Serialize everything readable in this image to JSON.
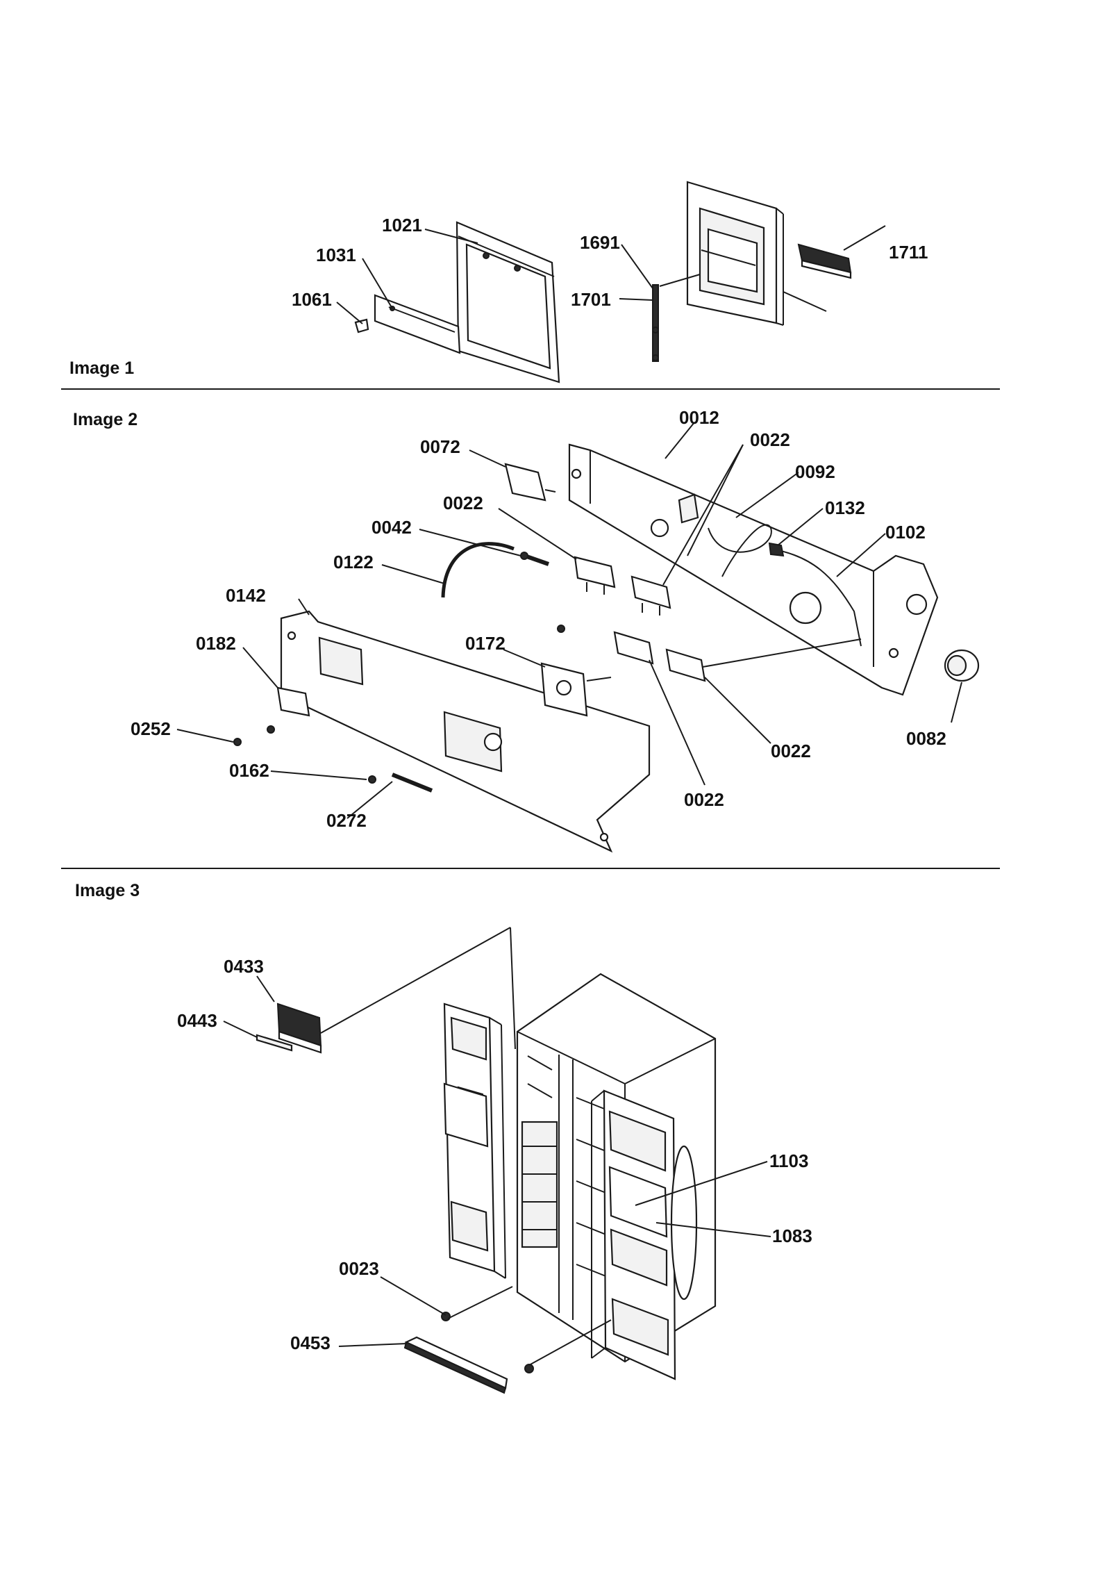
{
  "sections": [
    {
      "label": "Image 1"
    },
    {
      "label": "Image 2"
    },
    {
      "label": "Image 3"
    }
  ],
  "callouts": {
    "p1021": "1021",
    "p1031": "1031",
    "p1061": "1061",
    "p1691": "1691",
    "p1701": "1701",
    "p1711": "1711",
    "p0012": "0012",
    "p0022a": "0022",
    "p0072": "0072",
    "p0092": "0092",
    "p0022b": "0022",
    "p0132": "0132",
    "p0042": "0042",
    "p0102": "0102",
    "p0122": "0122",
    "p0142": "0142",
    "p0172": "0172",
    "p0182": "0182",
    "p0252": "0252",
    "p0022c": "0022",
    "p0082": "0082",
    "p0162": "0162",
    "p0022d": "0022",
    "p0272": "0272",
    "p0433": "0433",
    "p0443": "0443",
    "p1103": "1103",
    "p1083": "1083",
    "p0023": "0023",
    "p0453": "0453"
  }
}
